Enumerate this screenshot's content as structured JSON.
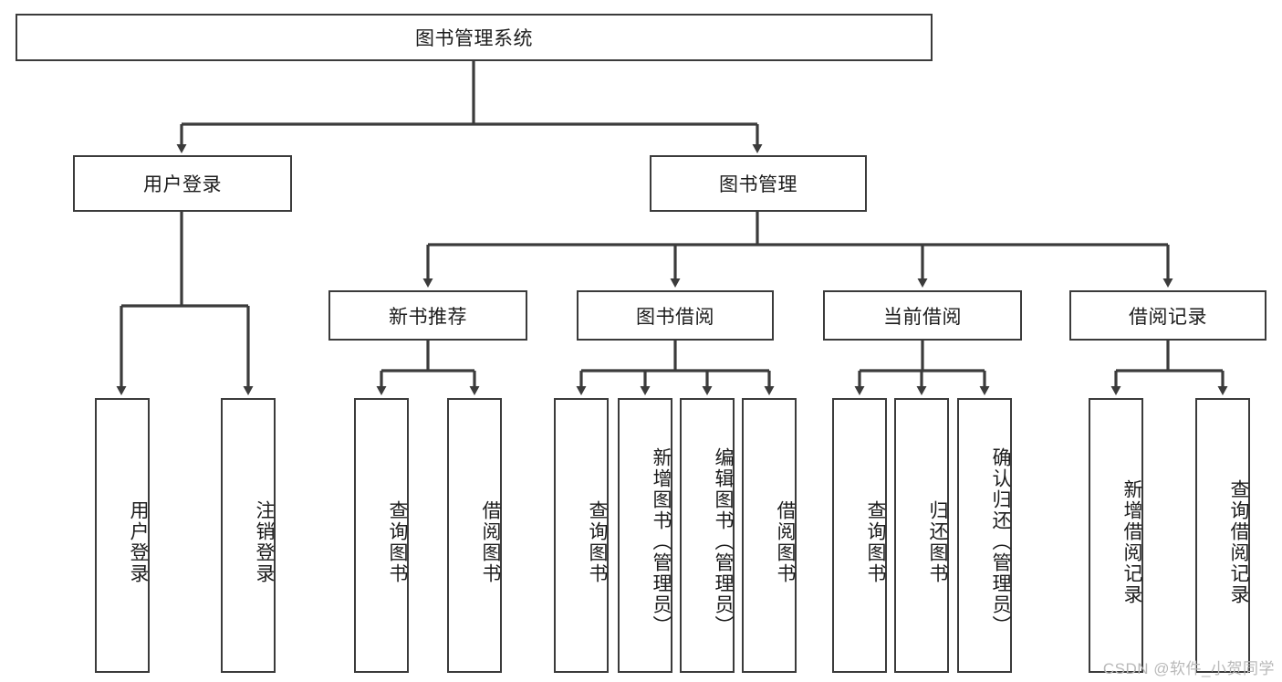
{
  "diagram": {
    "title": "图书管理系统",
    "type": "hierarchy-tree",
    "colors": {
      "box_border": "#3b3b3b",
      "box_fill": "#ffffff",
      "connector": "#3b3b3b",
      "text": "#1c1c1c",
      "watermark": "#b9b9b9"
    },
    "root": {
      "label": "图书管理系统"
    },
    "level2": [
      {
        "label": "用户登录"
      },
      {
        "label": "图书管理"
      }
    ],
    "level3": [
      {
        "label": "新书推荐"
      },
      {
        "label": "图书借阅"
      },
      {
        "label": "当前借阅"
      },
      {
        "label": "借阅记录"
      }
    ],
    "leaves": {
      "user_login": [
        {
          "label": "用户登录"
        },
        {
          "label": "注销登录"
        }
      ],
      "new_book_recommend": [
        {
          "label": "查询图书"
        },
        {
          "label": "借阅图书"
        }
      ],
      "book_borrow": [
        {
          "label": "查询图书"
        },
        {
          "label": "新增图书（管理员）"
        },
        {
          "label": "编辑图书（管理员）"
        },
        {
          "label": "借阅图书"
        }
      ],
      "current_borrow": [
        {
          "label": "查询图书"
        },
        {
          "label": "归还图书"
        },
        {
          "label": "确认归还（管理员）"
        }
      ],
      "borrow_record": [
        {
          "label": "新增借阅记录"
        },
        {
          "label": "查询借阅记录"
        }
      ]
    }
  },
  "watermark": {
    "text": "CSDN @软件_小贺同学"
  }
}
